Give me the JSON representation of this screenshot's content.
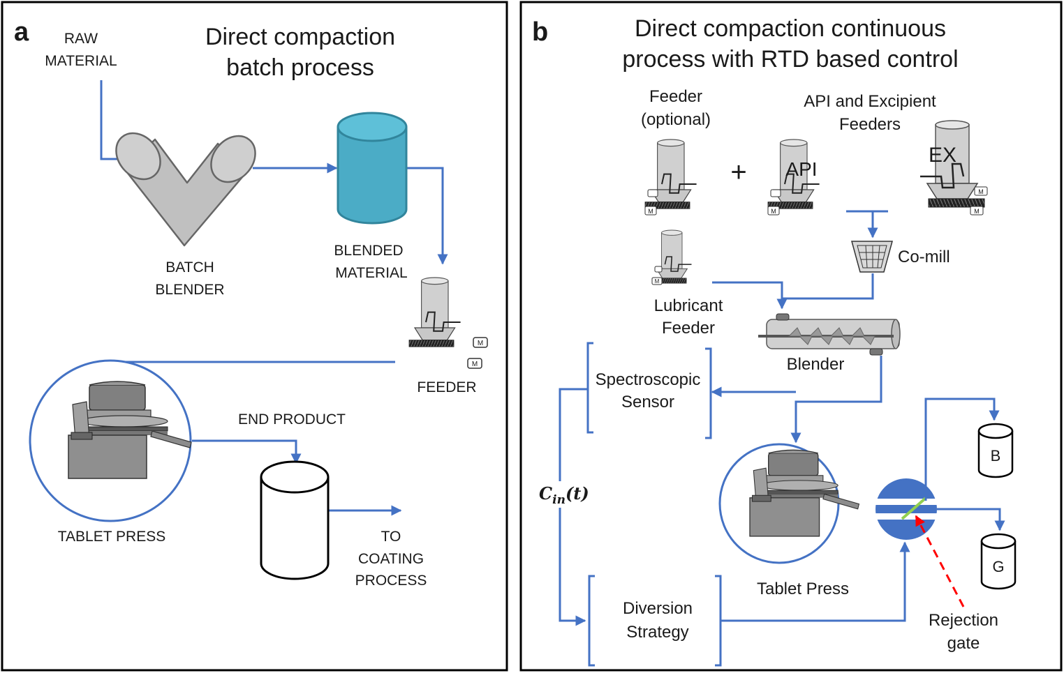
{
  "colors": {
    "flow": "#4472C4",
    "gray_fill": "#BFBFBF",
    "dark_gray": "#7F7F7F",
    "blended_fill": "#4BACC6",
    "blended_stroke": "#31859C",
    "gate_fill": "#4472C4",
    "gate_flap": "#92D050",
    "rejection_arrow": "#FF0000"
  },
  "panel_a": {
    "letter": "a",
    "title_line1": "Direct compaction",
    "title_line2": "batch process",
    "raw_material_line1": "RAW",
    "raw_material_line2": "MATERIAL",
    "batch_blender_line1": "BATCH",
    "batch_blender_line2": "BLENDER",
    "blended_material_line1": "BLENDED",
    "blended_material_line2": "MATERIAL",
    "feeder": "FEEDER",
    "motor_label": "M",
    "tablet_press": "TABLET PRESS",
    "end_product": "END PRODUCT",
    "to_coating_line1": "TO",
    "to_coating_line2": "COATING",
    "to_coating_line3": "PROCESS"
  },
  "panel_b": {
    "letter": "b",
    "title_line1": "Direct compaction continuous",
    "title_line2": "process with RTD based control",
    "feeder_optional_line1": "Feeder",
    "feeder_optional_line2": "(optional)",
    "api_excipient_line1": "API and Excipient",
    "api_excipient_line2": "Feeders",
    "plus": "+",
    "api": "API",
    "ex": "EX",
    "motor_label": "M",
    "comill": "Co-mill",
    "lubricant_line1": "Lubricant",
    "lubricant_line2": "Feeder",
    "blender": "Blender",
    "sensor_line1": "Spectroscopic",
    "sensor_line2": "Sensor",
    "cin_main": "C",
    "cin_sub": "in",
    "cin_arg": "(t)",
    "diversion_line1": "Diversion",
    "diversion_line2": "Strategy",
    "tablet_press": "Tablet Press",
    "rejection_line1": "Rejection",
    "rejection_line2": "gate",
    "bin_b": "B",
    "bin_g": "G"
  }
}
